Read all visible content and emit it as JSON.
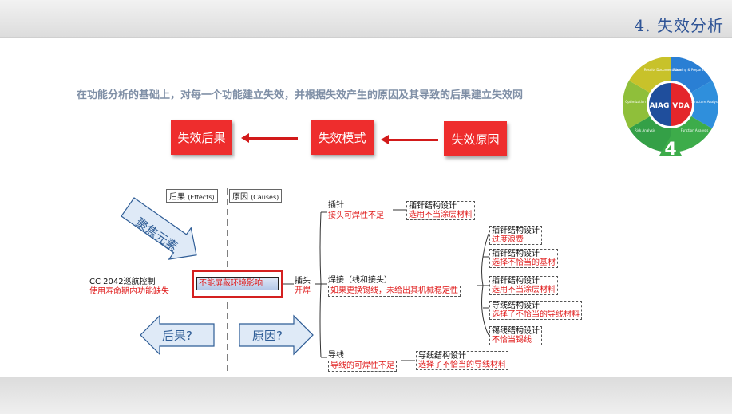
{
  "header": {
    "title": "4. 失效分析"
  },
  "subtitle": "在功能分析的基础上，对每一个功能建立失效，并根据失效产生的原因及其导致的后果建立失效网",
  "flow": {
    "effect_label": "失效后果",
    "mode_label": "失效模式",
    "cause_label": "失效原因"
  },
  "logo": {
    "center_left": "AIAG",
    "center_right": "VDA",
    "step_number": "4",
    "segments": [
      "Results Documentation",
      "Planning & Preparation",
      "Structure Analysis",
      "Function Analysis",
      "Risk Analysis",
      "Optimization"
    ],
    "colors": {
      "blue": "#2a7fd4",
      "green": "#3dac4a",
      "yellow": "#c8c22a",
      "red": "#e4262b",
      "navy": "#1f4e9c"
    }
  },
  "diagram": {
    "tab_effects": "后果",
    "tab_effects_en": "(Effects)",
    "tab_causes": "原因",
    "tab_causes_en": "(Causes)",
    "focus_label": "聚焦元素",
    "effect_q": "后果?",
    "cause_q": "原因?",
    "effect_node_line1": "CC 2042巡航控制",
    "effect_node_line2": "使用寿命期内功能缺失",
    "failure_mode": "不能屏蔽环境影响",
    "element_line1": "插头",
    "element_line2": "开焊",
    "b1_title": "插针",
    "b1_sub": "接头可焊性不足",
    "b1_cause_title": "插针结构设计",
    "b1_cause_sub": "选用不当涂层材料",
    "b2_title": "焊接（线和接头）",
    "b2_sub": "如果更换锡线，未给出其机械稳定性",
    "b3_title": "导线",
    "b3_sub": "导线的可焊性不足",
    "b3_cause_title": "导线结构设计",
    "b3_cause_sub": "选择了不恰当的导线材料",
    "sub_causes": [
      {
        "title": "插针结构设计",
        "sub": "过度浪费"
      },
      {
        "title": "插针结构设计",
        "sub": "选择不恰当的基材"
      },
      {
        "title": "插针结构设计",
        "sub": "选用不当涂层材料"
      },
      {
        "title": "导线结构设计",
        "sub": "选择了不恰当的导线材料"
      },
      {
        "title": "锡线结构设计",
        "sub": "不恰当锡线"
      }
    ]
  }
}
